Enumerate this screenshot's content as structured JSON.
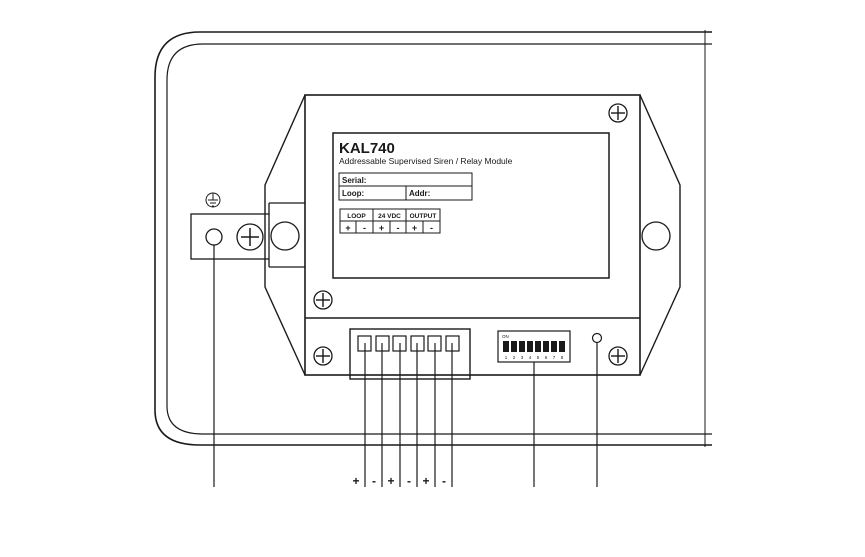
{
  "label": {
    "model": "KAL740",
    "subtitle": "Addressable Supervised Siren / Relay Module",
    "serial": "Serial:",
    "loop": "Loop:",
    "addr": "Addr:"
  },
  "terminal_table": {
    "groups": [
      "LOOP",
      "24 VDC",
      "OUTPUT"
    ],
    "polarities": [
      "+",
      "-",
      "+",
      "-",
      "+",
      "-"
    ]
  },
  "dip_switch": {
    "on_label": "ON",
    "numbers": [
      "1",
      "2",
      "3",
      "4",
      "5",
      "6",
      "7",
      "8"
    ]
  },
  "wire_polarities": [
    "+",
    "-",
    "+",
    "-",
    "+",
    "-"
  ],
  "icons": [
    "earth-ground-icon",
    "screw-icon",
    "mounting-hole-icon"
  ]
}
